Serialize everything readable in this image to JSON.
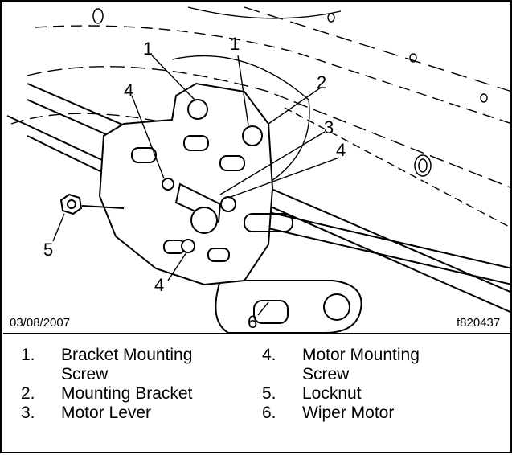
{
  "figure": {
    "date_stamp": "03/08/2007",
    "figure_id": "f820437",
    "callouts": [
      "1",
      "1",
      "2",
      "3",
      "4",
      "4",
      "4",
      "5",
      "6"
    ]
  },
  "legend": [
    {
      "number": "1.",
      "text_line1": "Bracket Mounting",
      "text_line2": "Screw"
    },
    {
      "number": "2.",
      "text_line1": "Mounting Bracket",
      "text_line2": ""
    },
    {
      "number": "3.",
      "text_line1": "Motor Lever",
      "text_line2": ""
    },
    {
      "number": "4.",
      "text_line1": "Motor Mounting",
      "text_line2": "Screw"
    },
    {
      "number": "5.",
      "text_line1": "Locknut",
      "text_line2": ""
    },
    {
      "number": "6.",
      "text_line1": "Wiper Motor",
      "text_line2": ""
    }
  ]
}
